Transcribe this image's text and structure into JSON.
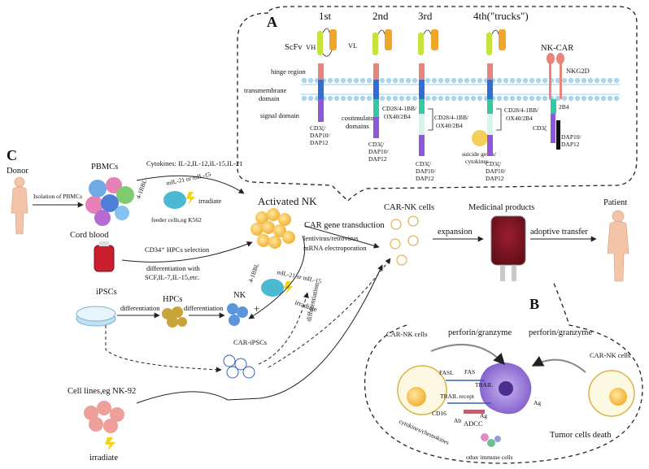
{
  "panels": {
    "A": "A",
    "B": "B",
    "C": "C"
  },
  "panel_a": {
    "generations": [
      "1st",
      "2nd",
      "3rd",
      "4th(\"trucks\")",
      "NK-CAR"
    ],
    "scfv": "ScFv",
    "vh": "VH",
    "vl": "VL",
    "hinge": "hinge region",
    "tm_line1": "transmembrane",
    "tm_line2": "domain",
    "signal": "signal domain",
    "cd3_1": [
      "CD3ζ/",
      "DAP10/",
      "DAP12"
    ],
    "costim_1": "costimulatory",
    "costim_2": "domains",
    "gen2_costim": [
      "CD28/4-1BB/",
      "OX40/2B4"
    ],
    "gen2_cd3": [
      "CD3ζ/",
      "DAP10/",
      "DAP12"
    ],
    "gen3_costim": [
      "CD28/4-1BB/",
      "OX40/2B4"
    ],
    "gen3_cd3": [
      "CD3ζ/",
      "DAP10/",
      "DAP12"
    ],
    "suicide": [
      "suicide genes/",
      "cytokines"
    ],
    "gen4_costim": [
      "CD28/4-1BB/",
      "OX40/2B4"
    ],
    "gen4_cd3": [
      "CD3ζ/",
      "DAP10/",
      "DAP12"
    ],
    "nkg2d": "NKG2D",
    "b2b4": "2B4",
    "cd3z": "CD3ζ",
    "nk_dap": [
      "DAP10/",
      "DAP12"
    ]
  },
  "panel_c": {
    "donor": "Donor",
    "isolation": "Isolation of PBMCs",
    "pbmcs": "PBMCs",
    "cytokines": "Cytokines: IL-2,IL-12,IL-15,IL-21",
    "bbl1": "4-1BBL",
    "mil1": "mIL-21 or mIL-15",
    "irradiate1": "irradiate",
    "feeder": "feeder cells,eg K562",
    "activated": "Activated NK",
    "cord": "Cord blood",
    "cd34": "CD34⁺ HPCs selection",
    "diff_with": "differentiation with",
    "scf": "SCF,IL-7,IL-15,etc.",
    "bbl2": "4-1BBL",
    "mil2": "mIL-21 or mIL-15",
    "irradiate2": "irradiate",
    "ipscs": "iPSCs",
    "hpcs": "HPCs",
    "differentiation_a": "differentiation",
    "differentiation_b": "differentiation",
    "nk": "NK",
    "plus": "+",
    "car_ipscs": "CAR-iPSCs",
    "diff_diag": "differentiation",
    "car_gene": "CAR gene transduction",
    "lenti": "lentivirus/retrovirus",
    "mrna": "mRNA electroporation",
    "car_nk": "CAR-NK cells",
    "medicinal": "Medicinal products",
    "expansion": "expansion",
    "adoptive": "adoptive transfer",
    "patient": "Patient",
    "cell_lines": "Cell lines,eg NK-92",
    "irradiate3": "irradiate"
  },
  "panel_b": {
    "car_nk_left": "CAR-NK cells",
    "perforin1": "perforin/granzyme",
    "perforin2": "perforin/granzyme",
    "car_nk_right": "CAR-NK cells",
    "fasl": "FASL",
    "fas": "FAS",
    "trail": "TRAIL",
    "trail_recept": "TRAIL recept",
    "ag1": "Ag",
    "cd16": "CD16",
    "ab": "Ab",
    "adcc": "ADCC",
    "ag2": "Ag",
    "cytok": "cytokines/chemokines",
    "other": "other immune cells",
    "death": "Tumor cells death"
  },
  "colors": {
    "membrane": "#9fd0ea",
    "hinge": "#e9847a",
    "tm": "#2f6fd3",
    "costim": "#35c8a5",
    "signal": "#8f58d8",
    "scfv_green": "#c7e23a",
    "scfv_orange": "#f0a52b"
  }
}
